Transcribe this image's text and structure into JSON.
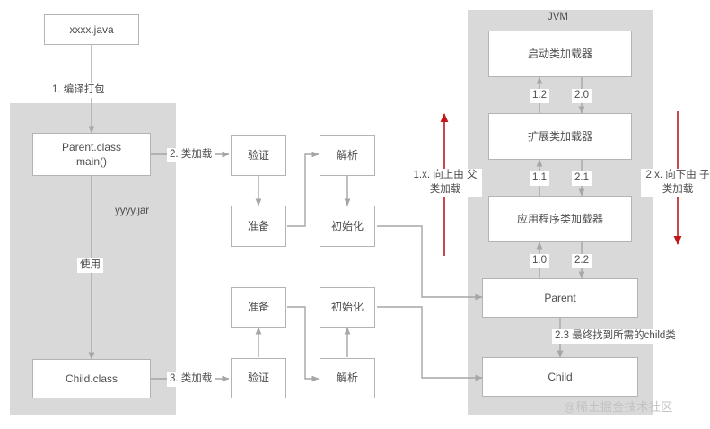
{
  "diagram": {
    "title": "JVM class loading / parent delegation diagram",
    "colors": {
      "panel": "#d9d9d9",
      "box_border": "#b3b3b3",
      "box_fill": "#ffffff",
      "edge": "#a6a6a6",
      "text": "#4d4d4d",
      "accent_red": "#c0171b",
      "watermark": "#c2c2c2"
    },
    "left_panel": {
      "label": "yyyy.jar"
    },
    "jvm_panel": {
      "label": "JVM"
    },
    "boxes": {
      "source_file": "xxxx.java",
      "parent_class_line1": "Parent.class",
      "parent_class_line2": "main()",
      "child_class": "Child.class",
      "verify_top": "验证",
      "prepare_top": "准备",
      "resolve_top": "解析",
      "init_top": "初始化",
      "prepare_bottom": "准备",
      "verify_bottom": "验证",
      "init_bottom": "初始化",
      "resolve_bottom": "解析",
      "bootstrap_loader": "启动类加载器",
      "extension_loader": "扩展类加载器",
      "application_loader": "应用程序类加载器",
      "parent": "Parent",
      "child": "Child"
    },
    "edge_labels": {
      "compile_package": "1. 编译打包",
      "class_load_2": "2. 类加载",
      "use": "使用",
      "class_load_3": "3. 类加载",
      "n_1_2": "1.2",
      "n_2_0": "2.0",
      "n_1_1": "1.1",
      "n_2_1": "2.1",
      "n_1_0": "1.0",
      "n_2_2": "2.2",
      "found_child": "2.3  最终找到所需的child类"
    },
    "annotations": {
      "up_delegation_line1": "1.x.  向上由",
      "up_delegation_line2": "父类加载",
      "down_delegation_line1": "2.x.  向下由",
      "down_delegation_line2": "子类加载"
    },
    "watermark": "@稀土掘金技术社区"
  }
}
